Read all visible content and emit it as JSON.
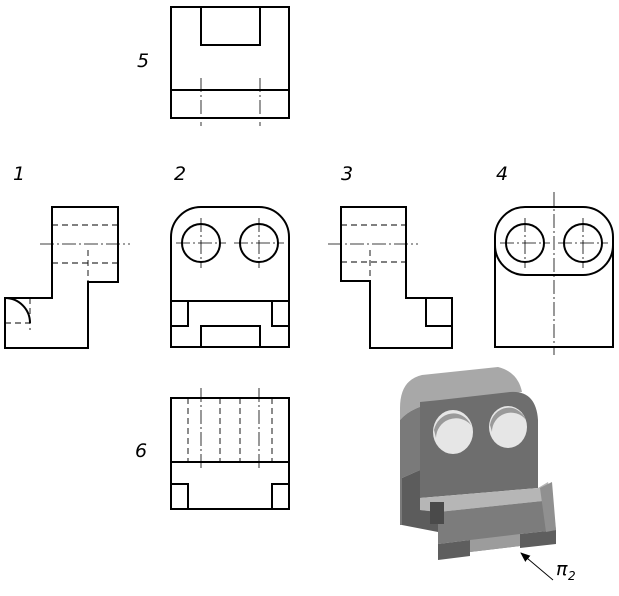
{
  "labels": {
    "view_1": "1",
    "view_2": "2",
    "view_3": "3",
    "view_4": "4",
    "view_5": "5",
    "view_6": "6",
    "direction": "π",
    "direction_sub": "2"
  },
  "colors": {
    "line": "#000000",
    "solid_light": "#b4b4b4",
    "solid_mid": "#8c8c8c",
    "solid_dark": "#5a5a5a"
  }
}
